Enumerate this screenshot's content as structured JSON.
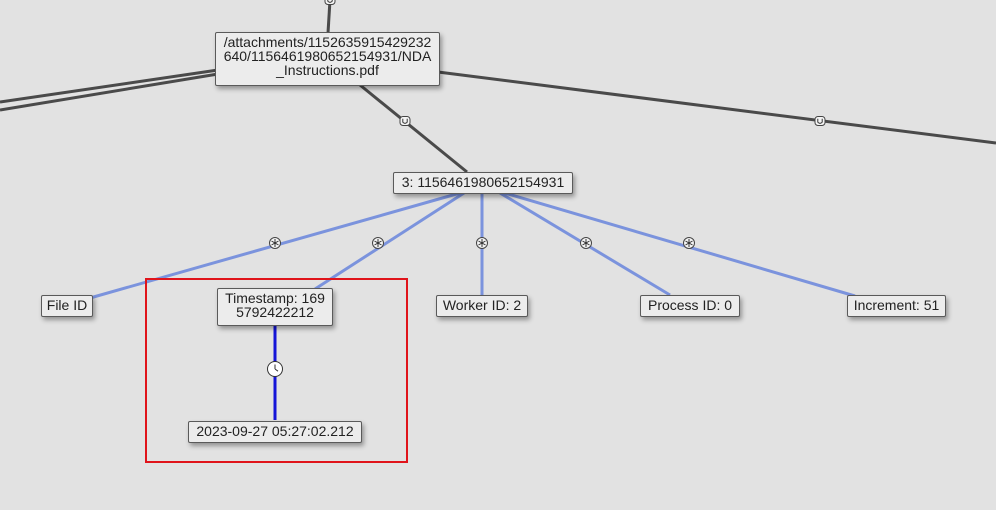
{
  "nodes": {
    "path": {
      "label": "/attachments/1152635915429232640/1156461980652154931/NDA_Instructions.pdf"
    },
    "snowflake": {
      "label": "3: 1156461980652154931"
    },
    "file_id": {
      "label": "File ID"
    },
    "timestamp": {
      "label": "Timestamp: 1695792422212"
    },
    "worker_id": {
      "label": "Worker ID: 2"
    },
    "process_id": {
      "label": "Process ID: 0"
    },
    "increment": {
      "label": "Increment: 51"
    },
    "date": {
      "label": "2023-09-27 05:27:02.212"
    }
  },
  "edge_icons": {
    "url_link": "link-u-icon",
    "snowflake_component": "snowflake-icon",
    "timestamp_convert": "clock-icon"
  },
  "colors": {
    "background": "#e2e2e2",
    "dark_edge": "#4a4a4a",
    "snowflake_edge": "#7b93dd",
    "time_edge": "#1414d8",
    "highlight": "#e0141b"
  }
}
